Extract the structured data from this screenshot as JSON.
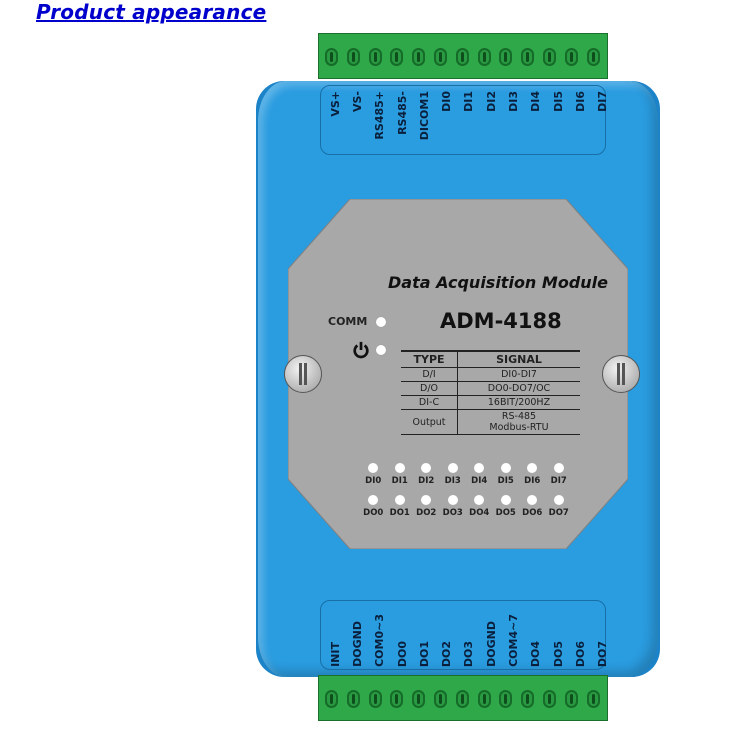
{
  "heading": "Product appearance",
  "device": {
    "title": "Data Acquisition Module",
    "model": "ADM-4188",
    "comm_label": "COMM",
    "top_pins": [
      "VS+",
      "VS-",
      "RS485+",
      "RS485-",
      "DICOM1",
      "DI0",
      "DI1",
      "DI2",
      "DI3",
      "DI4",
      "DI5",
      "DI6",
      "DI7"
    ],
    "bottom_pins": [
      "INIT",
      "DOGND",
      "COM0~3",
      "DO0",
      "DO1",
      "DO2",
      "DO3",
      "DOGND",
      "COM4~7",
      "DO4",
      "DO5",
      "DO6",
      "DO7"
    ],
    "spec_table": {
      "headers": [
        "TYPE",
        "SIGNAL"
      ],
      "rows": [
        [
          "D/I",
          "DI0-DI7"
        ],
        [
          "D/O",
          "DO0-DO7/OC"
        ],
        [
          "DI-C",
          "16BIT/200HZ"
        ],
        [
          "Output",
          "RS-485\nModbus-RTU"
        ]
      ]
    },
    "di_leds": [
      "DI0",
      "DI1",
      "DI2",
      "DI3",
      "DI4",
      "DI5",
      "DI6",
      "DI7"
    ],
    "do_leds": [
      "DO0",
      "DO1",
      "DO2",
      "DO3",
      "DO4",
      "DO5",
      "DO6",
      "DO7"
    ],
    "colors": {
      "enclosure": "#2a9ce0",
      "terminal": "#2fa84a",
      "faceplate": "#a8a8a8",
      "heading": "#0000cc"
    }
  }
}
